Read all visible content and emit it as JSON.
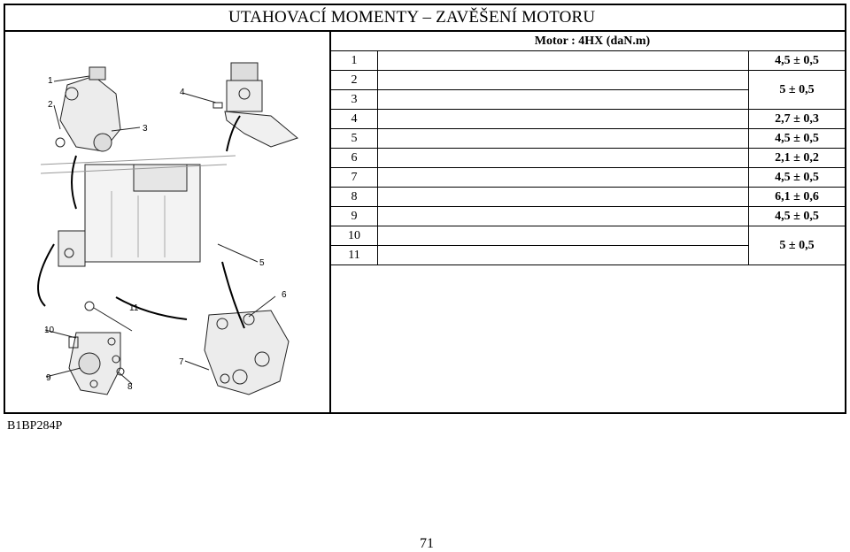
{
  "title": "UTAHOVACÍ MOMENTY – ZAVĚŠENÍ MOTORU",
  "engine_header": "Motor : 4HX (daN.m)",
  "rows": [
    {
      "n": "1",
      "v": "4,5 ± 0,5"
    },
    {
      "n": "2",
      "v": "5 ± 0,5"
    },
    {
      "n": "3",
      "v": ""
    },
    {
      "n": "4",
      "v": "2,7 ± 0,3"
    },
    {
      "n": "5",
      "v": "4,5 ± 0,5"
    },
    {
      "n": "6",
      "v": "2,1 ± 0,2"
    },
    {
      "n": "7",
      "v": "4,5 ± 0,5"
    },
    {
      "n": "8",
      "v": "6,1 ± 0,6"
    },
    {
      "n": "9",
      "v": "4,5 ± 0,5"
    },
    {
      "n": "10",
      "v": "5 ± 0,5"
    },
    {
      "n": "11",
      "v": ""
    }
  ],
  "callouts": [
    "1",
    "2",
    "3",
    "4",
    "5",
    "6",
    "7",
    "8",
    "9",
    "10",
    "11"
  ],
  "doc_code": "B1BP284P",
  "page_number": "71"
}
